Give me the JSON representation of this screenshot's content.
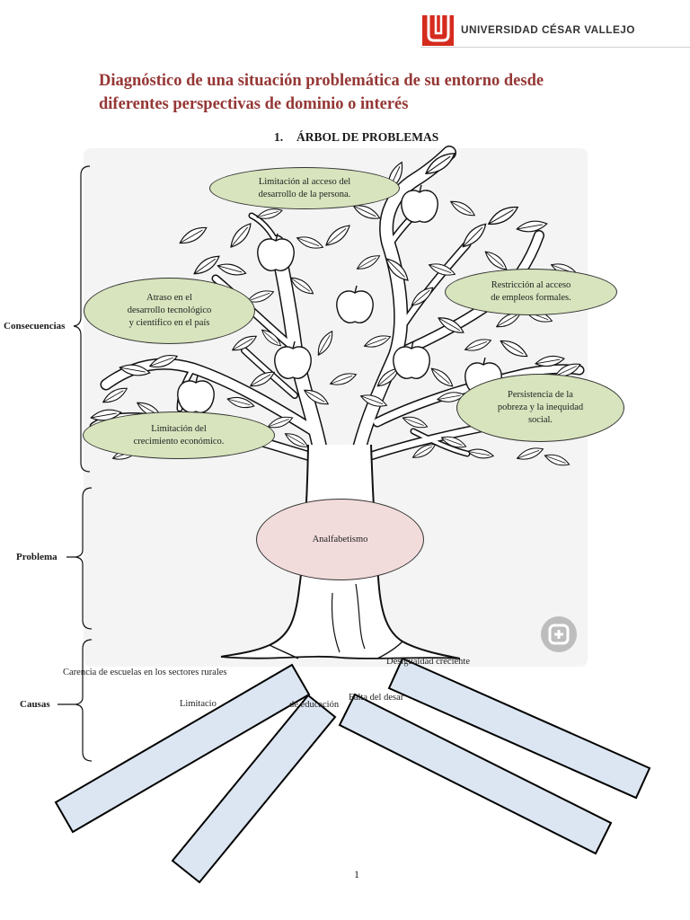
{
  "header": {
    "university_name": "UNIVERSIDAD CÉSAR VALLEJO",
    "logo_icon": "ucv-logo-icon",
    "brand_color": "#d52b1e"
  },
  "document": {
    "title_lines": [
      "Diagnóstico de una situación problemática de su entorno desde",
      "diferentes perspectivas de dominio o interés"
    ],
    "title_color": "#953735",
    "section_number": "1.",
    "section_title": "ÁRBOL DE PROBLEMAS",
    "page_number": "1"
  },
  "tree": {
    "labels": {
      "consequences": "Consecuencias",
      "problem": "Problema",
      "causes": "Causas"
    },
    "consequences": [
      {
        "lines": [
          "Limitación al acceso del",
          "desarrollo de la persona."
        ]
      },
      {
        "lines": [
          "Atraso en el",
          "desarrollo tecnológico",
          "y científico en el país"
        ]
      },
      {
        "lines": [
          "Restricción al acceso",
          "de empleos formales."
        ]
      },
      {
        "lines": [
          "Persistencia de la",
          "pobreza y la inequidad",
          "social."
        ]
      },
      {
        "lines": [
          "Limitación del",
          "crecimiento económico."
        ]
      }
    ],
    "problem": "Analfabetismo",
    "causes": [
      "Carencia de escuelas en los sectores rurales",
      "Desigualdad creciente",
      "Falta del desar",
      "Limitacio",
      "de educación"
    ],
    "colors": {
      "consequence_fill": "#d7e4bd",
      "problem_fill": "#f2dcdb",
      "cause_box_fill": "#dce6f2",
      "illustration_background": "#f4f4f4"
    },
    "zoom_icon": "zoom-icon"
  }
}
